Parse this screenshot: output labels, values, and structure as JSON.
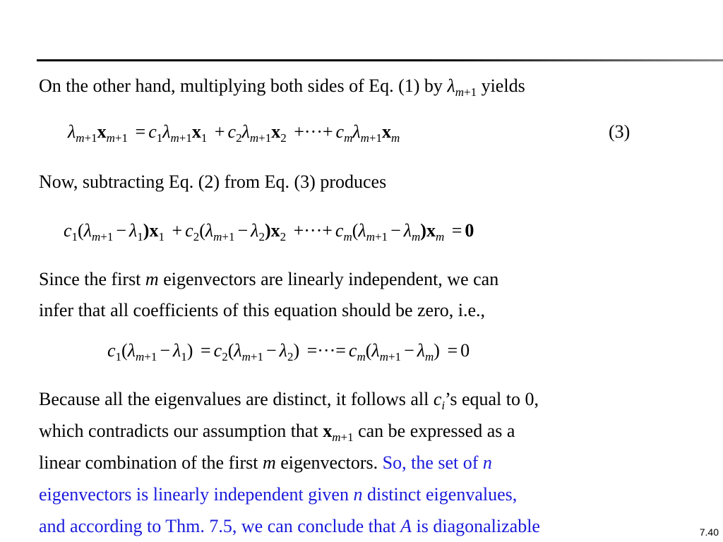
{
  "slide": {
    "para1": "On the other hand, multiplying both sides of Eq. (1) by",
    "para1_end": "yields",
    "eq3_label": "(3)",
    "para2": "Now, subtracting Eq. (2) from Eq. (3) produces",
    "para3_line1_a": "Since the first",
    "para3_line1_b": "eigenvectors are linearly independent, we can",
    "para3_line2": "infer that all coefficients of this equation should be zero, i.e.,",
    "para4_line1_a": "Because all the eigenvalues are distinct, it follows all",
    "para4_line1_b": "’s equal to 0,",
    "para4_line2_a": "which contradicts our assumption that",
    "para4_line2_b": "can be expressed as a",
    "para4_line3_a": "linear combination of the first",
    "para4_line3_b": "eigenvectors.",
    "para4_line3_blue": "So, the set of",
    "para4_line4_a": "eigenvectors is linearly independent given",
    "para4_line4_b": "distinct eigenvalues,",
    "para4_line5_a": "and according to Thm. 7.5, we can conclude that",
    "para4_line5_b": "is diagonalizable",
    "page_number": "7.40"
  }
}
